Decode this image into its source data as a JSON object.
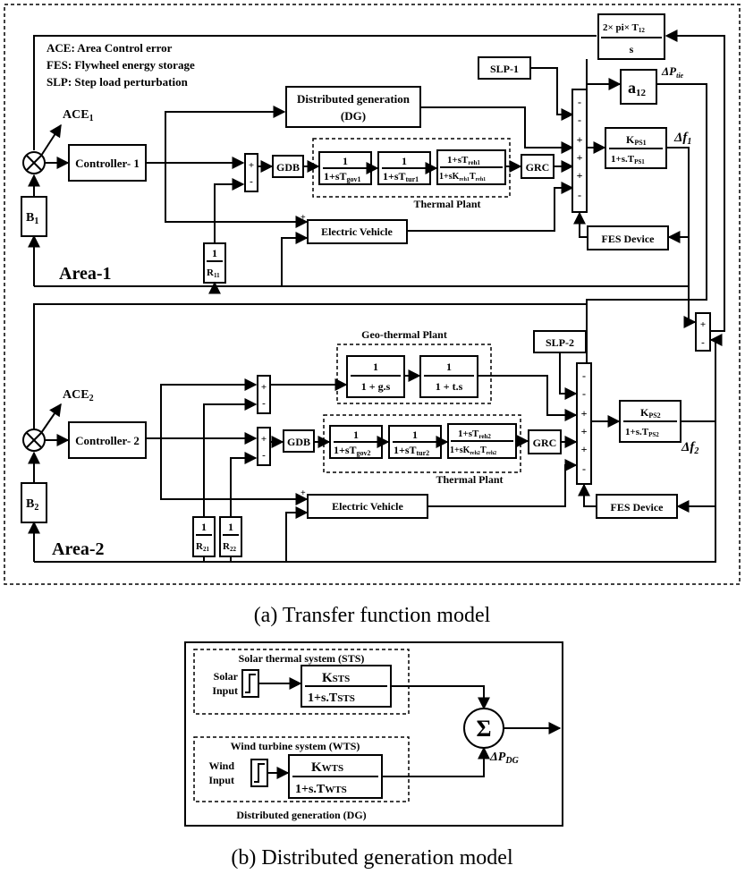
{
  "legend": {
    "ace": "ACE: Area Control error",
    "fes": "FES: Flywheel energy storage",
    "slp": "SLP: Step load perturbation"
  },
  "area1": {
    "label": "Area-1",
    "ace": "ACE",
    "ace_sub": "1",
    "bias": "B",
    "bias_sub": "1",
    "controller": "Controller- 1",
    "dg_line1": "Distributed generation",
    "dg_line2": "(DG)",
    "gdb": "GDB",
    "gov_num": "1",
    "gov_den": "1+sT",
    "gov_sub": "gov1",
    "tur_num": "1",
    "tur_den": "1+sT",
    "tur_sub": "tur1",
    "reh_num": "1+sT",
    "reh_num_sub": "reh1",
    "reh_den": "1+sK",
    "reh_den_sub1": "reh1",
    "reh_den_mid": "T",
    "reh_den_sub2": "reh1",
    "thermal_label": "Thermal Plant",
    "grc": "GRC",
    "ev": "Electric Vehicle",
    "r_num": "1",
    "r_den": "R",
    "r_sub": "11",
    "slp": "SLP-1",
    "kps_num": "K",
    "kps_sub": "PS1",
    "kps_den": "1+s.T",
    "kps_den_sub": "PS1",
    "delta_f": "Δf",
    "delta_f_sub": "1",
    "fes": "FES Device",
    "sum_signs": [
      "-",
      "-",
      "+",
      "+",
      "+",
      "-"
    ],
    "plant_sum_signs": [
      "+",
      "-"
    ],
    "ev_sign": "+"
  },
  "tie": {
    "tf_num": "2× pi× T",
    "tf_sub": "12",
    "tf_den": "s",
    "a12": "a",
    "a12_sub": "12",
    "dp_tie": "ΔP",
    "dp_tie_sub": "tie",
    "sum_signs": [
      "+",
      "-"
    ]
  },
  "area2": {
    "label": "Area-2",
    "ace": "ACE",
    "ace_sub": "2",
    "bias": "B",
    "bias_sub": "2",
    "controller": "Controller- 2",
    "geo_label": "Geo-thermal  Plant",
    "geo1_num": "1",
    "geo1_den": "1 + g.s",
    "geo2_num": "1",
    "geo2_den": "1 + t.s",
    "gdb": "GDB",
    "gov_num": "1",
    "gov_den": "1+sT",
    "gov_sub": "gov2",
    "tur_num": "1",
    "tur_den": "1+sT",
    "tur_sub": "tur2",
    "reh_num": "1+sT",
    "reh_num_sub": "reh2",
    "reh_den": "1+sK",
    "reh_den_sub1": "reh2",
    "reh_den_mid": "T",
    "reh_den_sub2": "reh2",
    "thermal_label": "Thermal Plant",
    "grc": "GRC",
    "ev": "Electric Vehicle",
    "r21_num": "1",
    "r21_den": "R",
    "r21_sub": "21",
    "r22_num": "1",
    "r22_den": "R",
    "r22_sub": "22",
    "slp": "SLP-2",
    "kps_num": "K",
    "kps_sub": "PS2",
    "kps_den": "1+s.T",
    "kps_den_sub": "PS2",
    "delta_f": "Δf",
    "delta_f_sub": "2",
    "fes": "FES Device",
    "sum_signs": [
      "-",
      "-",
      "+",
      "+",
      "+",
      "-"
    ],
    "geo_sum_signs": [
      "+",
      "-"
    ],
    "plant_sum_signs": [
      "+",
      "-"
    ],
    "ev_sign": "+"
  },
  "caption_a": "(a) Transfer function model",
  "dg": {
    "sts_title": "Solar thermal system (STS)",
    "solar_input_l1": "Solar",
    "solar_input_l2": "Input",
    "ksts": "K",
    "ksts_sub": "STS",
    "ksts_den": "1+s.T",
    "ksts_den_sub": "STS",
    "wts_title": "Wind turbine system (WTS)",
    "wind_input_l1": "Wind",
    "wind_input_l2": "Input",
    "kwts": "K",
    "kwts_sub": "WTS",
    "kwts_den": "1+s.T",
    "kwts_den_sub": "WTS",
    "sigma": "Σ",
    "dp_dg": "ΔP",
    "dp_dg_sub": "DG",
    "footer": "Distributed generation (DG)"
  },
  "caption_b": "(b) Distributed generation model"
}
